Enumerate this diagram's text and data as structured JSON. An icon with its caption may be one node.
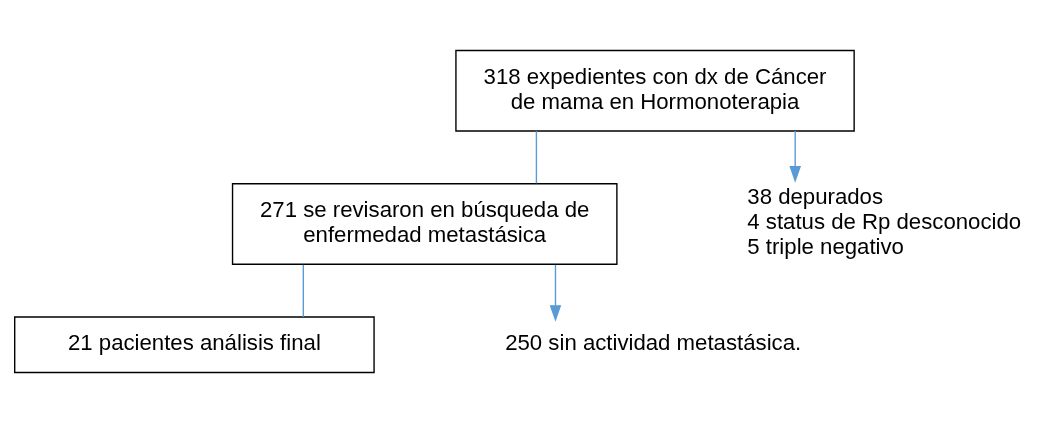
{
  "diagram": {
    "nodes": [
      {
        "text": [
          "318 expedientes con dx de Cáncer de mama en Hormonoterapia"
        ]
      },
      {
        "text": [
          "271 se revisaron en búsqueda de enfermedad metastásica"
        ]
      },
      {
        "text": [
          "21 pacientes análisis final"
        ]
      },
      {
        "text": [
          "38 depurados",
          "4 status de Rp desconocido",
          "5 triple negativo"
        ]
      },
      {
        "text": [
          "250 sin actividad metastásica."
        ]
      }
    ],
    "edges": [
      {
        "from": 0,
        "to": 1,
        "arrow": "none"
      },
      {
        "from": 0,
        "to": 3,
        "arrow": "to"
      },
      {
        "from": 1,
        "to": 2,
        "arrow": "none"
      },
      {
        "from": 1,
        "to": 4,
        "arrow": "to"
      }
    ]
  }
}
